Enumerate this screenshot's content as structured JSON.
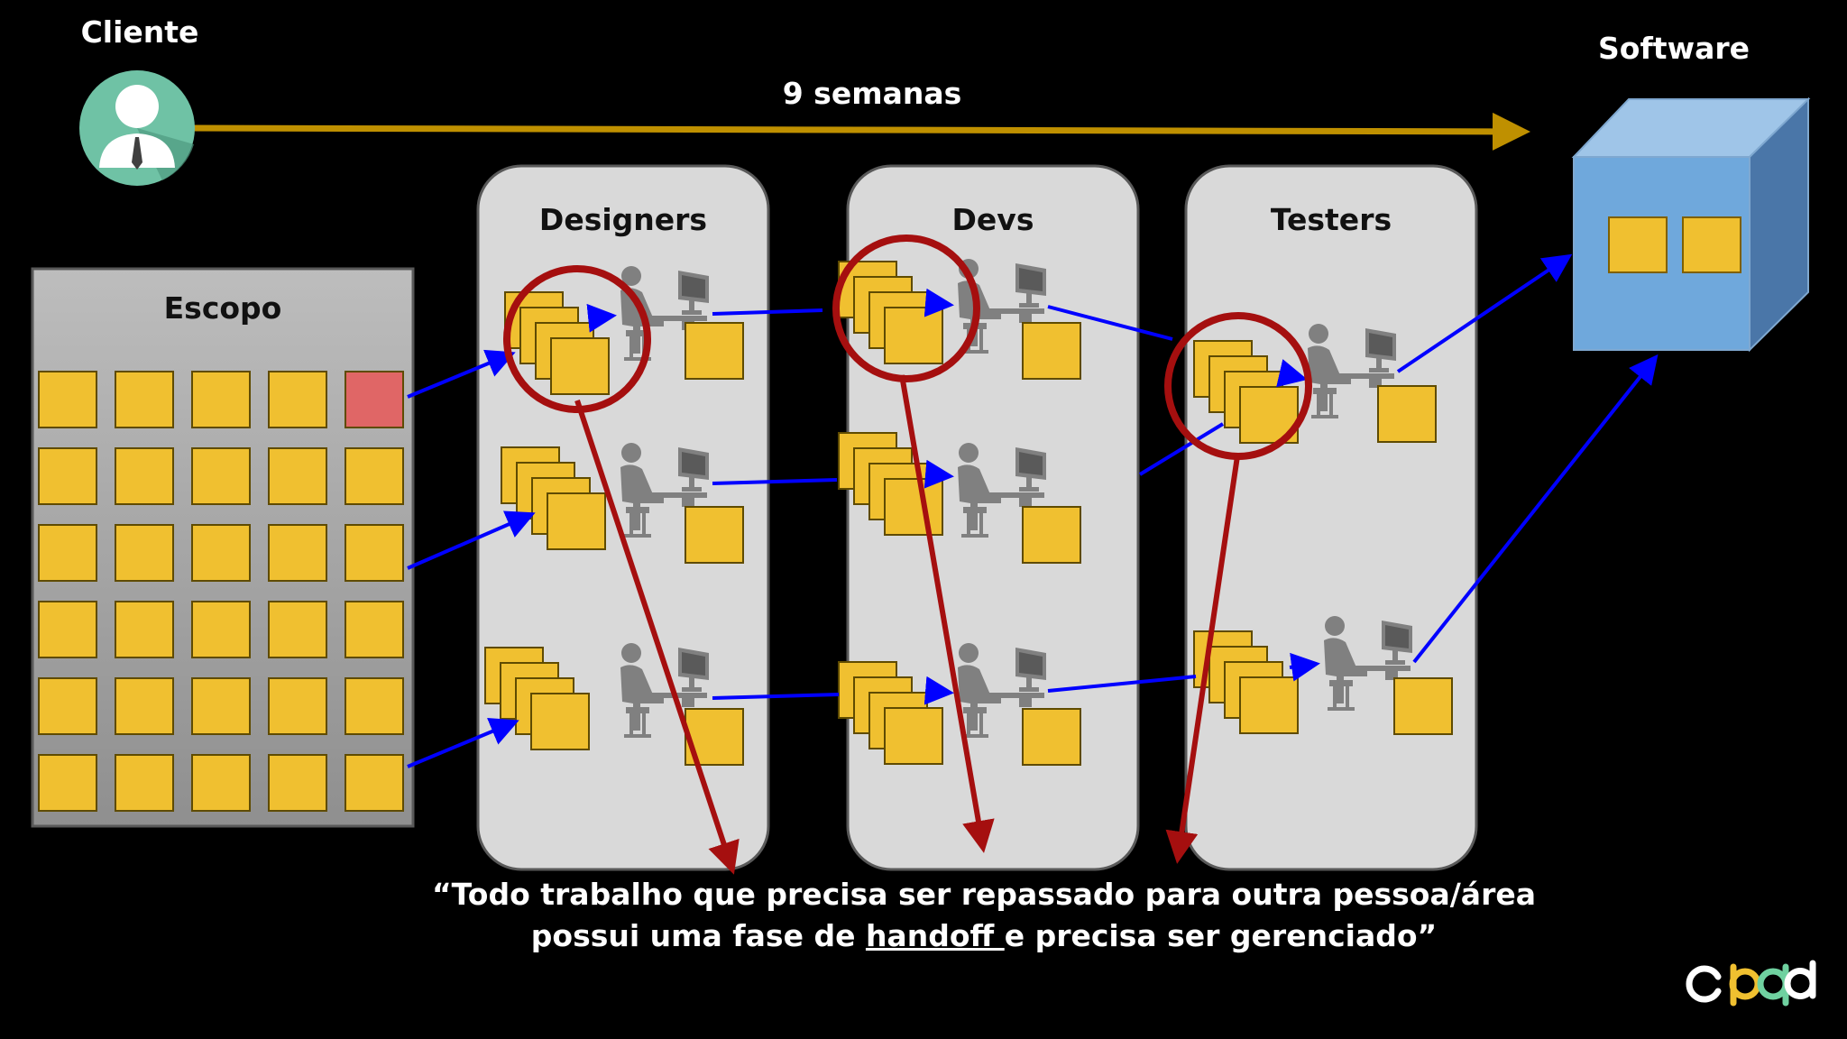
{
  "labels": {
    "client": "Cliente",
    "duration": "9 semanas",
    "software": "Software",
    "scope": "Escopo"
  },
  "columns": [
    {
      "title": "Designers"
    },
    {
      "title": "Devs"
    },
    {
      "title": "Testers"
    }
  ],
  "quote": {
    "line1": "“Todo trabalho que precisa ser repassado para outra pessoa/área",
    "line2_prefix": "possui uma fase de ",
    "line2_emph": "handoff ",
    "line2_suffix": "e precisa ser gerenciado”"
  },
  "logo": {
    "text": "cpqd"
  },
  "colors": {
    "background": "#000000",
    "card": "#f0c030",
    "card_highlight": "#e06666",
    "scope_bg": "#a6a6a6",
    "column_bg": "#d9d9d9",
    "flow_arrow": "#0000ff",
    "handoff_marker": "#a50f0f",
    "timeline_arrow": "#bf9000",
    "software_box": "#6fa8dc",
    "client_icon": "#6fc2a5"
  },
  "icons": [
    "client-avatar-icon",
    "worker-at-desk-icon",
    "software-cube-icon",
    "cpqd-logo"
  ]
}
